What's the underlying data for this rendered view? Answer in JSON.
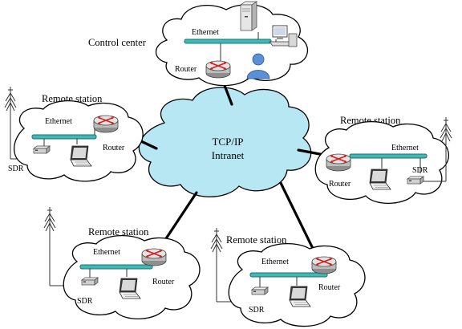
{
  "central": {
    "line1": "TCP/IP",
    "line2": "Intranet"
  },
  "control_center": {
    "title": "Control center",
    "ethernet_label": "Ethernet",
    "router_label": "Router"
  },
  "station_top_left": {
    "title": "Remote station",
    "ethernet_label": "Ethernet",
    "router_label": "Router",
    "sdr_label": "SDR"
  },
  "station_right": {
    "title": "Remote station",
    "ethernet_label": "Ethernet",
    "router_label": "Router",
    "sdr_label": "SDR"
  },
  "station_bottom_left": {
    "title": "Remote station",
    "ethernet_label": "Ethernet",
    "router_label": "Router",
    "sdr_label": "SDR"
  },
  "station_bottom_right": {
    "title": "Remote station",
    "ethernet_label": "Ethernet",
    "router_label": "Router",
    "sdr_label": "SDR"
  },
  "icons": [
    "router-icon",
    "server-icon",
    "desktop-computer-icon",
    "user-icon",
    "laptop-icon",
    "sdr-device-icon",
    "antenna-icon"
  ],
  "colors": {
    "intranet_cloud": "#b7e7f2",
    "ethernet_bar": "#3fb9b5",
    "router_arrows": "#d62020",
    "user": "#5b8fd6"
  }
}
